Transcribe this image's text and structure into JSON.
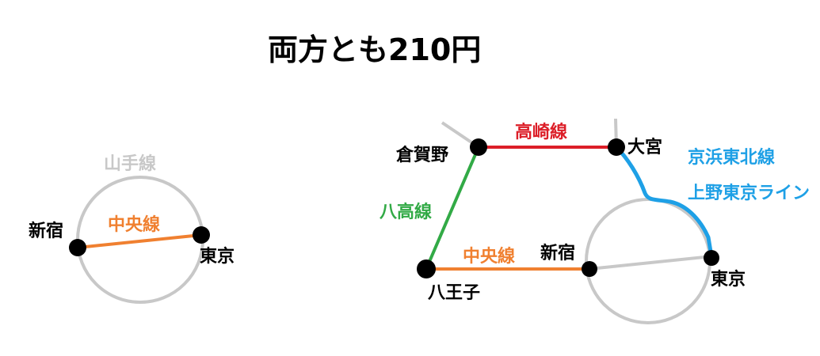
{
  "title": "両方とも210円",
  "colors": {
    "yamanote": "#c8c8c8",
    "chuo": "#f08030",
    "takasaki": "#dc1e28",
    "hachiko": "#32aa46",
    "keihin": "#1ea0e6",
    "station": "#000000"
  },
  "left_diagram": {
    "loop_label": "山手線",
    "line_label": "中央線",
    "stations": {
      "shinjuku": "新宿",
      "tokyo": "東京"
    }
  },
  "right_diagram": {
    "lines": {
      "takasaki": "高崎線",
      "hachiko": "八高線",
      "chuo": "中央線",
      "keihin_1": "京浜東北線",
      "keihin_2": "上野東京ライン"
    },
    "stations": {
      "kuragano": "倉賀野",
      "omiya": "大宮",
      "hachioji": "八王子",
      "shinjuku": "新宿",
      "tokyo": "東京"
    }
  }
}
